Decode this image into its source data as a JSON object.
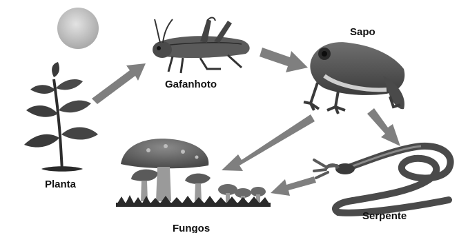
{
  "diagram": {
    "nodes": [
      {
        "id": "sapo",
        "label": "Sapo",
        "icon": "frog-icon"
      },
      {
        "id": "gafanhoto",
        "label": "Gafanhoto",
        "icon": "grasshopper-icon"
      },
      {
        "id": "planta",
        "label": "Planta",
        "icon": "plant-icon"
      },
      {
        "id": "serpente",
        "label": "Serpente",
        "icon": "snake-icon"
      },
      {
        "id": "fungos",
        "label": "Fungos",
        "icon": "mushrooms-icon"
      }
    ],
    "extra_icons": [
      "sun-icon"
    ],
    "arrows": [
      {
        "from": "planta",
        "to": "gafanhoto"
      },
      {
        "from": "gafanhoto",
        "to": "sapo"
      },
      {
        "from": "sapo",
        "to": "serpente"
      },
      {
        "from": "sapo",
        "to": "fungos"
      },
      {
        "from": "serpente",
        "to": "fungos"
      }
    ],
    "colors": {
      "arrow": "#7f7f7f",
      "sun": "#c9c9c9",
      "label": "#111111"
    }
  }
}
